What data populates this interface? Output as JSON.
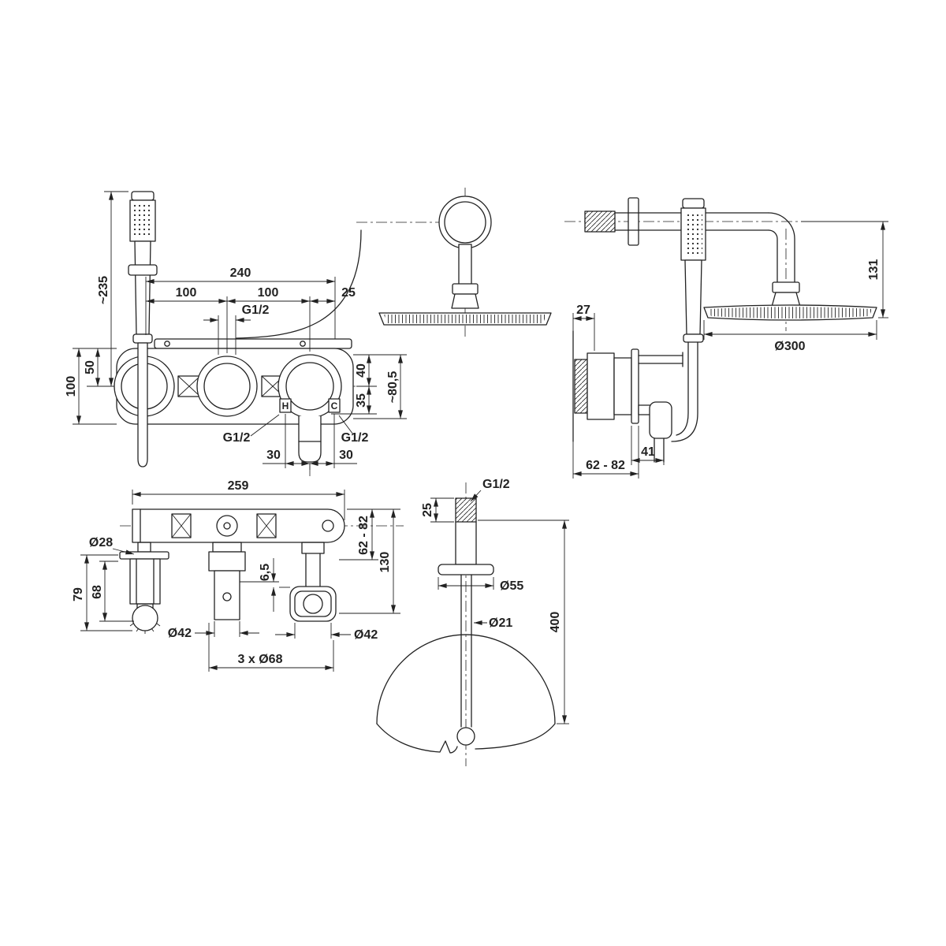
{
  "drawing": {
    "kind": "shower-mixer-installation-dimensions",
    "background": "#ffffff",
    "line_color": "#222222",
    "front": {
      "hand_shower_height": "~235",
      "total_width": "240",
      "spacing_left": "100",
      "spacing_right": "100",
      "offset_right": "25",
      "thread_top": "G1/2",
      "plate_half_height": "50",
      "plate_height": "100",
      "outlet_drop_upper": "40",
      "outlet_drop_lower": "35",
      "outlet_total": "~80,5",
      "thread_hot": "G1/2",
      "thread_cold": "G1/2",
      "port_offset_left": "30",
      "port_offset_right": "30",
      "hot": "H",
      "cold": "C"
    },
    "side": {
      "wall_offset": "27",
      "arm_drop": "131",
      "head_diameter": "Ø300",
      "outlet_depth": "41",
      "build_depth": "62 - 82"
    },
    "plan": {
      "body_length": "259",
      "holder_diameter": "Ø28",
      "holder_depth": "79",
      "holder_depth_inner": "68",
      "valve_diameter_left": "Ø42",
      "cutouts": "3 x Ø68",
      "offset": "6,5",
      "valve_diameter_right": "Ø42",
      "build_depth": "62 - 82",
      "total_depth": "130"
    },
    "outlet": {
      "thread": "G1/2",
      "thread_length": "25",
      "flange_diameter": "Ø55",
      "pipe_diameter": "Ø21",
      "drop_height": "400"
    }
  }
}
